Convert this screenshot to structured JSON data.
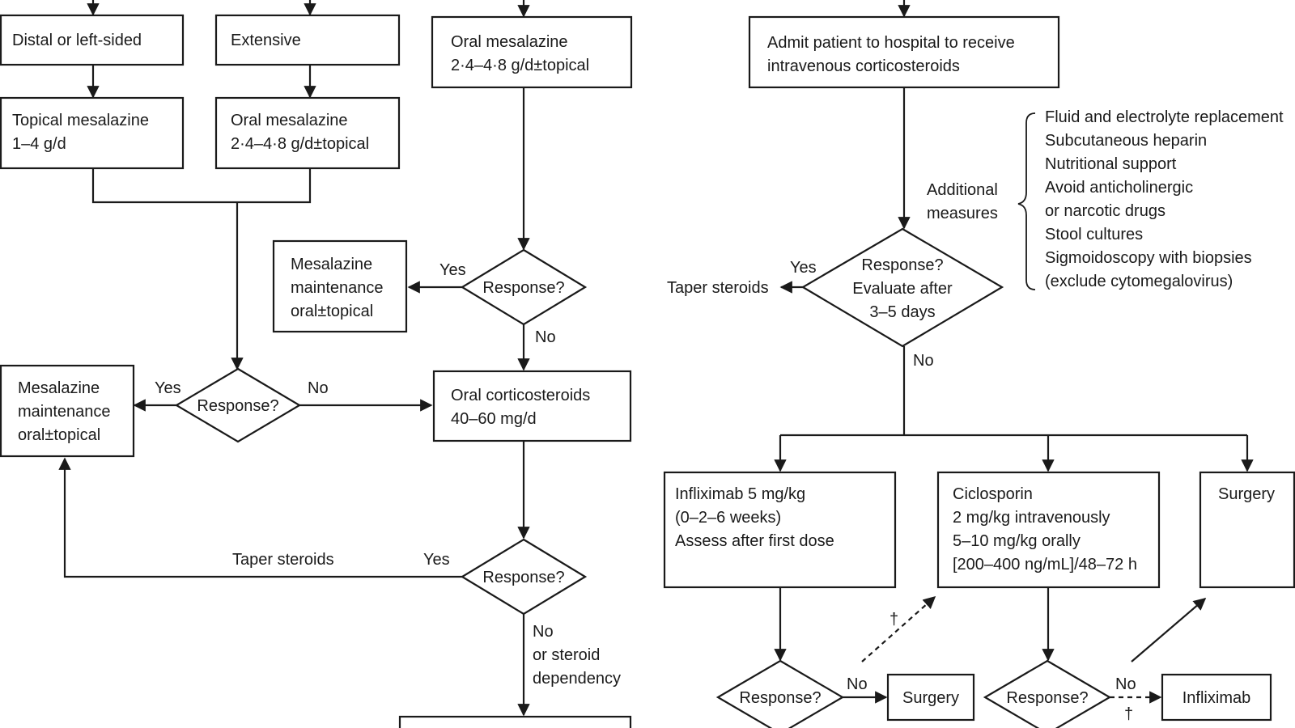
{
  "boxes": {
    "distal": "Distal or left-sided",
    "extensive": "Extensive",
    "oral_mesalazine_top": [
      "Oral mesalazine",
      "2·4–4·8 g/d±topical"
    ],
    "admit": [
      "Admit patient to hospital to receive",
      "intravenous corticosteroids"
    ],
    "topical_mesalazine": [
      "Topical mesalazine",
      "1–4 g/d"
    ],
    "oral_mesalazine_mid": [
      "Oral mesalazine",
      "2·4–4·8 g/d±topical"
    ],
    "maintenance_mid": [
      "Mesalazine",
      "maintenance",
      "oral±topical"
    ],
    "maintenance_left": [
      "Mesalazine",
      "maintenance",
      "oral±topical"
    ],
    "oral_corticosteroids": [
      "Oral corticosteroids",
      "40–60 mg/d"
    ],
    "infliximab_regimen": [
      "Infliximab 5 mg/kg",
      "(0–2–6 weeks)",
      "Assess after first dose"
    ],
    "ciclosporin": [
      "Ciclosporin",
      "2 mg/kg intravenously",
      "5–10 mg/kg orally",
      "[200–400 ng/mL]/48–72 h"
    ],
    "surgery_right": "Surgery",
    "surgery_bottom": "Surgery",
    "infliximab_bottom": "Infliximab"
  },
  "decisions": {
    "response": "Response?",
    "evaluate": [
      "Response?",
      "Evaluate after",
      "3–5 days"
    ]
  },
  "labels": {
    "yes": "Yes",
    "no": "No",
    "taper_steroids": "Taper steroids",
    "no_steroid_dependency": [
      "No",
      "or steroid",
      "dependency"
    ],
    "additional_measures": [
      "Additional",
      "measures"
    ],
    "dagger": "†"
  },
  "measures": [
    "Fluid and electrolyte replacement",
    "Subcutaneous heparin",
    "Nutritional support",
    "Avoid anticholinergic",
    "or narcotic drugs",
    "Stool cultures",
    "Sigmoidoscopy with biopsies",
    "(exclude cytomegalovirus)"
  ]
}
